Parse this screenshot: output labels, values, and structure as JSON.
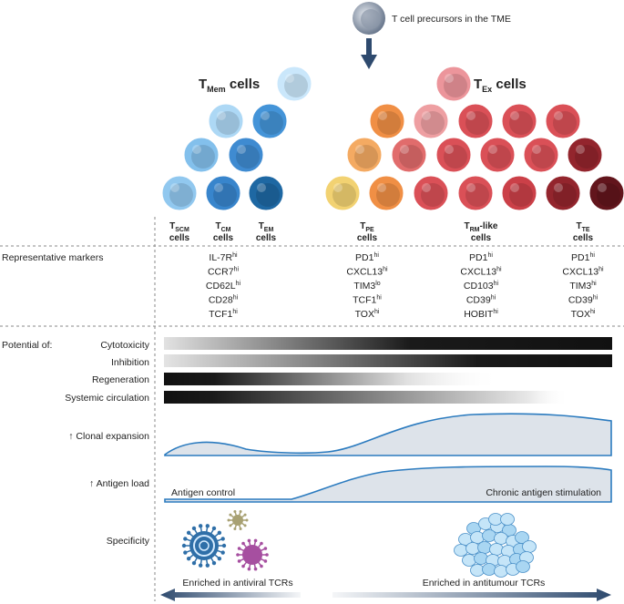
{
  "top": {
    "precursor_label": "T cell precursors in the TME"
  },
  "groups": {
    "tmem": {
      "main": "T",
      "sub": "Mem",
      "suffix": " cells"
    },
    "tex": {
      "main": "T",
      "sub": "Ex",
      "suffix": " cells"
    }
  },
  "subsets": [
    {
      "main": "T",
      "sub": "SCM",
      "line2": "cells"
    },
    {
      "main": "T",
      "sub": "CM",
      "line2": "cells"
    },
    {
      "main": "T",
      "sub": "EM",
      "line2": "cells"
    },
    {
      "main": "T",
      "sub": "PE",
      "line2": "cells"
    },
    {
      "main": "T",
      "sub": "RM",
      "suffix": "-like",
      "line2": "cells"
    },
    {
      "main": "T",
      "sub": "TE",
      "line2": "cells"
    }
  ],
  "markers": {
    "row_label": "Representative markers",
    "columns": [
      [
        {
          "name": "IL-7R",
          "sup": "hi"
        },
        {
          "name": "CCR7",
          "sup": "hi"
        },
        {
          "name": "CD62L",
          "sup": "hi"
        },
        {
          "name": "CD28",
          "sup": "hi"
        },
        {
          "name": "TCF1",
          "sup": "hi"
        }
      ],
      [
        {
          "name": "PD1",
          "sup": "hi"
        },
        {
          "name": "CXCL13",
          "sup": "hi"
        },
        {
          "name": "TIM3",
          "sup": "lo"
        },
        {
          "name": "TCF1",
          "sup": "hi"
        },
        {
          "name": "TOX",
          "sup": "hi"
        }
      ],
      [
        {
          "name": "PD1",
          "sup": "hi"
        },
        {
          "name": "CXCL13",
          "sup": "hi"
        },
        {
          "name": "CD103",
          "sup": "hi"
        },
        {
          "name": "CD39",
          "sup": "hi"
        },
        {
          "name": "HOBIT",
          "sup": "hi"
        }
      ],
      [
        {
          "name": "PD1",
          "sup": "hi"
        },
        {
          "name": "CXCL13",
          "sup": "hi"
        },
        {
          "name": "TIM3",
          "sup": "hi"
        },
        {
          "name": "CD39",
          "sup": "hi"
        },
        {
          "name": "TOX",
          "sup": "hi"
        }
      ]
    ]
  },
  "potential": {
    "prefix": "Potential of:",
    "rows": [
      {
        "label": "Cytotoxicity",
        "direction": "increasing"
      },
      {
        "label": "Inhibition",
        "direction": "increasing"
      },
      {
        "label": "Regeneration",
        "direction": "decreasing"
      },
      {
        "label": "Systemic circulation",
        "direction": "decreasing"
      }
    ]
  },
  "clonal_expansion": {
    "label": "↑ Clonal expansion"
  },
  "antigen_load": {
    "label": "↑ Antigen load",
    "left_text": "Antigen control",
    "right_text": "Chronic antigen stimulation"
  },
  "specificity": {
    "label": "Specificity",
    "left_text": "Enriched in antiviral TCRs",
    "right_text": "Enriched in antitumour TCRs"
  },
  "colors": {
    "blue_light": "#a9d6f5",
    "blue_mid": "#5aa9e3",
    "blue_dark": "#1f6fb7",
    "orange": "#f08a3c",
    "red": "#d9474f",
    "dark_red": "#7a0f18",
    "curve": "#2b7bbf",
    "curve_fill": "#dde3ea",
    "arrow": "#2e4a6e"
  }
}
